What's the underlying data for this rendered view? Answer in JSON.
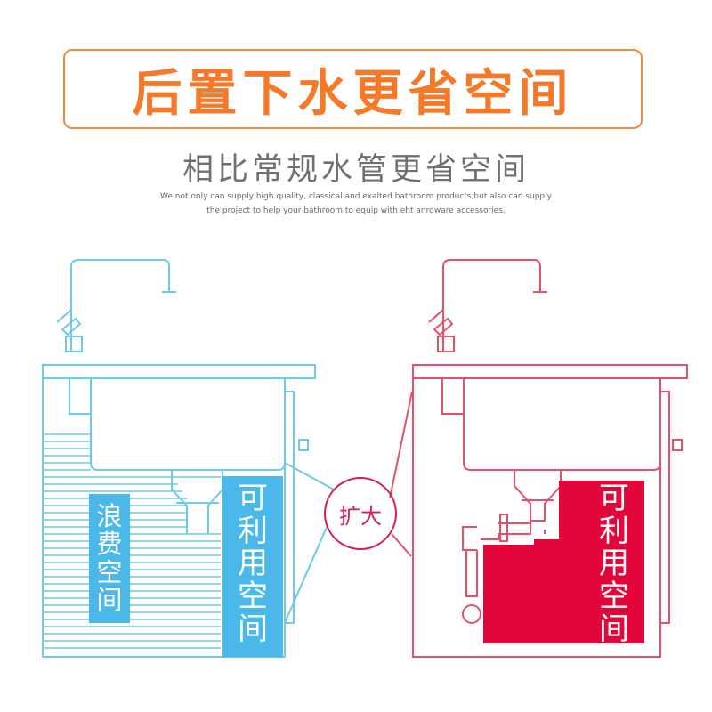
{
  "header": {
    "title": "后置下水更省空间",
    "subtitle": "相比常规水管更省空间",
    "desc_line1": "We not only can supply high quality, classical and exalted bathroom products,but also can supply",
    "desc_line2": "the project to help your bathroom to equip with eht anrdware accessories."
  },
  "left_panel": {
    "waste_label": [
      "浪",
      "费",
      "空",
      "间"
    ],
    "usable_label": [
      "可",
      "利",
      "用",
      "空",
      "间"
    ]
  },
  "middle": {
    "expand_label": "扩大"
  },
  "right_panel": {
    "usable_label": [
      "可",
      "利",
      "用",
      "空",
      "间"
    ]
  },
  "colors": {
    "title_orange": "#f47a2a",
    "blue_line": "#6ccaea",
    "blue_fill": "#4ab8e8",
    "red_line": "#e8506a",
    "red_fill": "#e3063a"
  }
}
